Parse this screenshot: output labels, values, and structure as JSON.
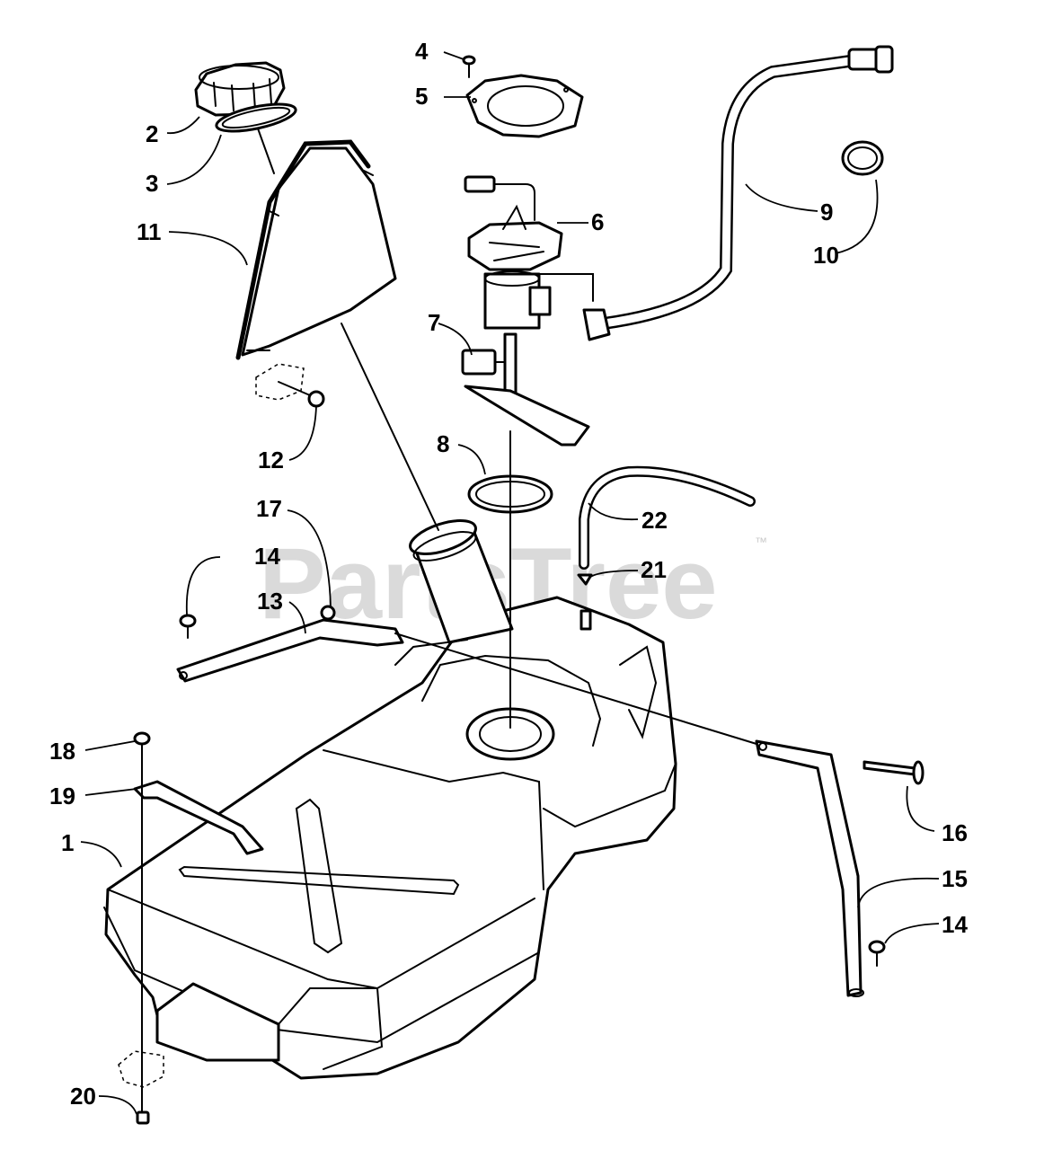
{
  "watermark": {
    "text": "PartsTree",
    "trademark": "™"
  },
  "callouts": [
    {
      "id": "c2",
      "label": "2"
    },
    {
      "id": "c3",
      "label": "3"
    },
    {
      "id": "c4",
      "label": "4"
    },
    {
      "id": "c5",
      "label": "5"
    },
    {
      "id": "c6",
      "label": "6"
    },
    {
      "id": "c7",
      "label": "7"
    },
    {
      "id": "c8",
      "label": "8"
    },
    {
      "id": "c9",
      "label": "9"
    },
    {
      "id": "c10",
      "label": "10"
    },
    {
      "id": "c11",
      "label": "11"
    },
    {
      "id": "c12",
      "label": "12"
    },
    {
      "id": "c17",
      "label": "17"
    },
    {
      "id": "c22",
      "label": "22"
    },
    {
      "id": "c14a",
      "label": "14"
    },
    {
      "id": "c13",
      "label": "13"
    },
    {
      "id": "c21",
      "label": "21"
    },
    {
      "id": "c18",
      "label": "18"
    },
    {
      "id": "c19",
      "label": "19"
    },
    {
      "id": "c1",
      "label": "1"
    },
    {
      "id": "c16",
      "label": "16"
    },
    {
      "id": "c15",
      "label": "15"
    },
    {
      "id": "c14b",
      "label": "14"
    },
    {
      "id": "c20",
      "label": "20"
    }
  ]
}
